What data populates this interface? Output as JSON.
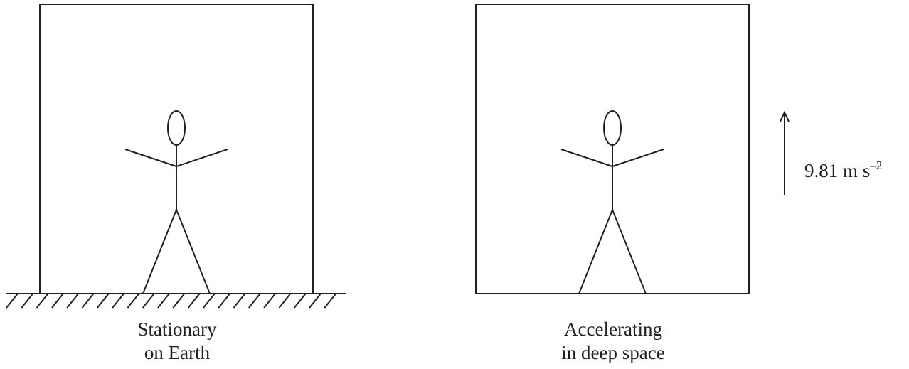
{
  "left_panel": {
    "caption_line1": "Stationary",
    "caption_line2": "on Earth"
  },
  "right_panel": {
    "caption_line1": "Accelerating",
    "caption_line2": "in deep space",
    "acceleration": {
      "value": "9.81",
      "unit": "m s",
      "exponent": "–2",
      "direction": "up"
    }
  },
  "colors": {
    "stroke": "#231f20",
    "background": "#ffffff"
  }
}
